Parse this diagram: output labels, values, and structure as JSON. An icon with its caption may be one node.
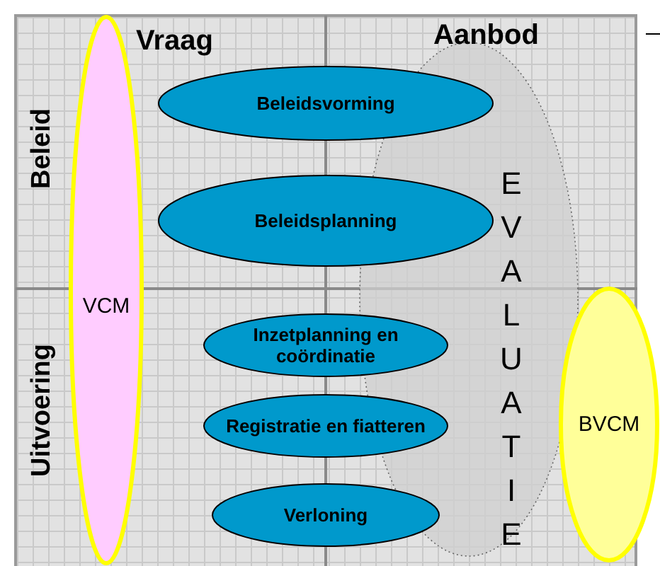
{
  "diagram": {
    "nodes": [
      {
        "text": [
          "VCM"
        ]
      },
      {
        "text": [
          "Beleidsvorming"
        ]
      },
      {
        "text": [
          "Beleidsplanning"
        ]
      },
      {
        "text": [
          "EVALUATIE"
        ]
      },
      {
        "text": [
          "Inzetplanning en coördinatie"
        ]
      },
      {
        "text": [
          "Registratie en fiatteren"
        ]
      },
      {
        "text": [
          "Verloning"
        ]
      },
      {
        "text": [
          "BVCM"
        ]
      }
    ],
    "labels": [
      "Vraag",
      "Aanbod",
      "Beleid",
      "Uitvoering"
    ]
  }
}
